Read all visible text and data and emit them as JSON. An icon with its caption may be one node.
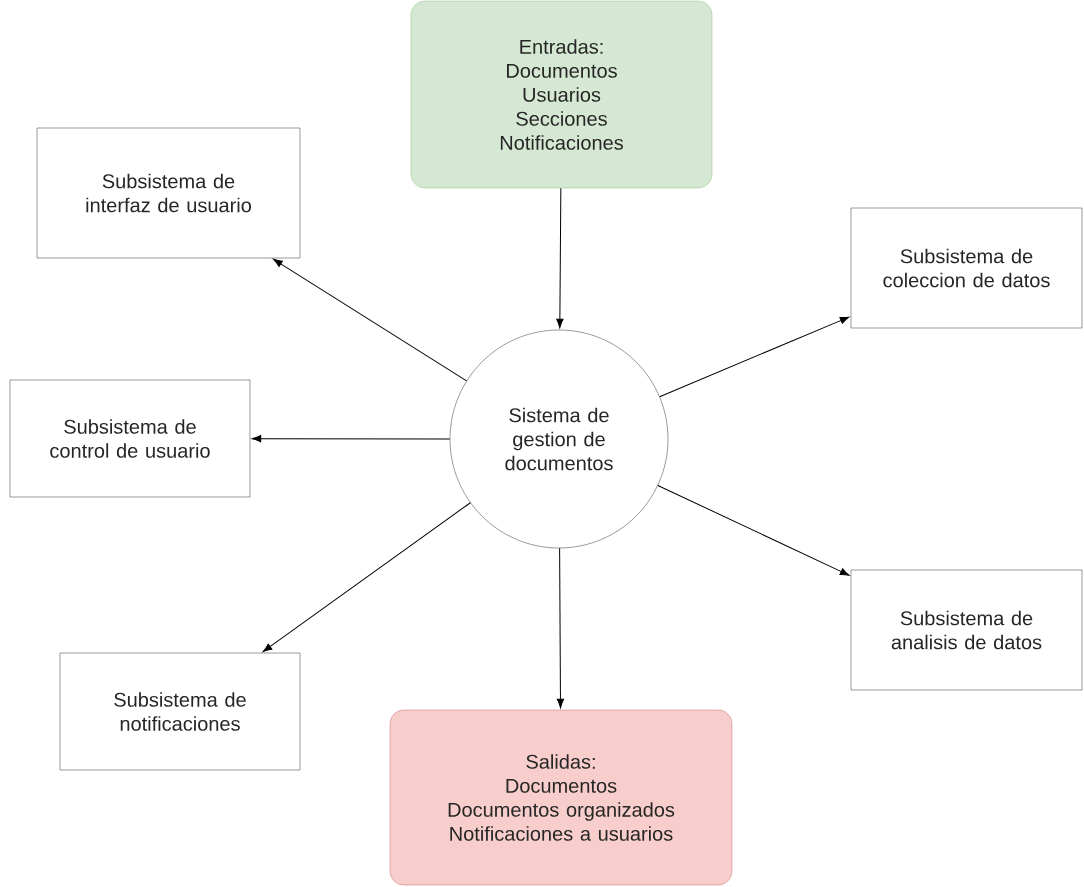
{
  "diagram": {
    "nodes": [
      {
        "text": [
          "Entradas:",
          "Documentos",
          "Usuarios",
          "Secciones",
          "Notificaciones"
        ]
      },
      {
        "text": [
          "Subsistema de interfaz de usuario"
        ]
      },
      {
        "text": [
          "Subsistema de coleccion de datos"
        ]
      },
      {
        "text": [
          "Subsistema de control de usuario"
        ]
      },
      {
        "text": [
          "Sistema de gestion de documentos"
        ]
      },
      {
        "text": [
          "Subsistema de notificaciones"
        ]
      },
      {
        "text": [
          "Subsistema de analisis de datos"
        ]
      },
      {
        "text": [
          "Salidas:",
          "Documentos",
          "Documentos organizados",
          "Notificaciones a usuarios"
        ]
      }
    ],
    "edges": [
      {
        "from": 0,
        "to": 4,
        "arrow": "to"
      },
      {
        "from": 4,
        "to": 1,
        "arrow": "to"
      },
      {
        "from": 4,
        "to": 2,
        "arrow": "to"
      },
      {
        "from": 4,
        "to": 3,
        "arrow": "to"
      },
      {
        "from": 4,
        "to": 5,
        "arrow": "to"
      },
      {
        "from": 4,
        "to": 6,
        "arrow": "to"
      },
      {
        "from": 4,
        "to": 7,
        "arrow": "to"
      }
    ]
  }
}
